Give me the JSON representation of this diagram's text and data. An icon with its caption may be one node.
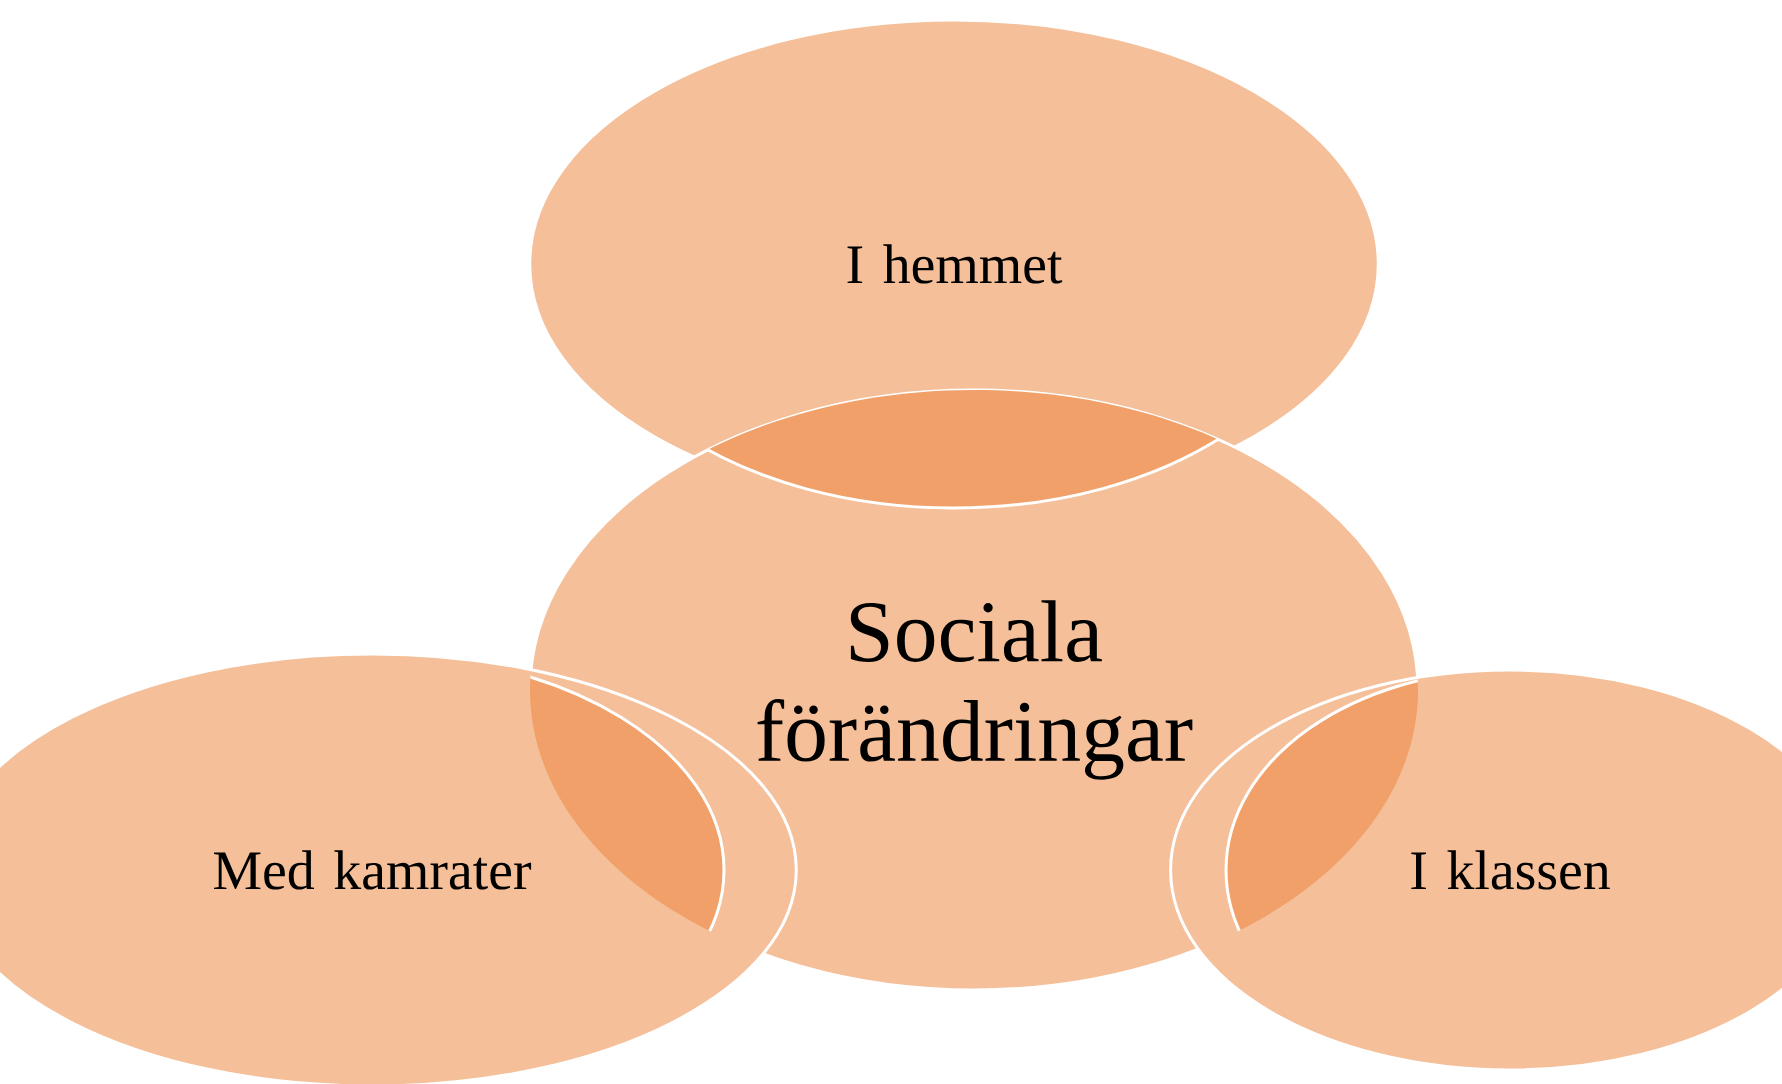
{
  "diagram": {
    "nodes": [
      {
        "text": [
          "I hemmet"
        ]
      },
      {
        "text": [
          "Sociala förändringar"
        ]
      },
      {
        "text": [
          "Med kamrater"
        ]
      },
      {
        "text": [
          "I klassen"
        ]
      }
    ]
  }
}
